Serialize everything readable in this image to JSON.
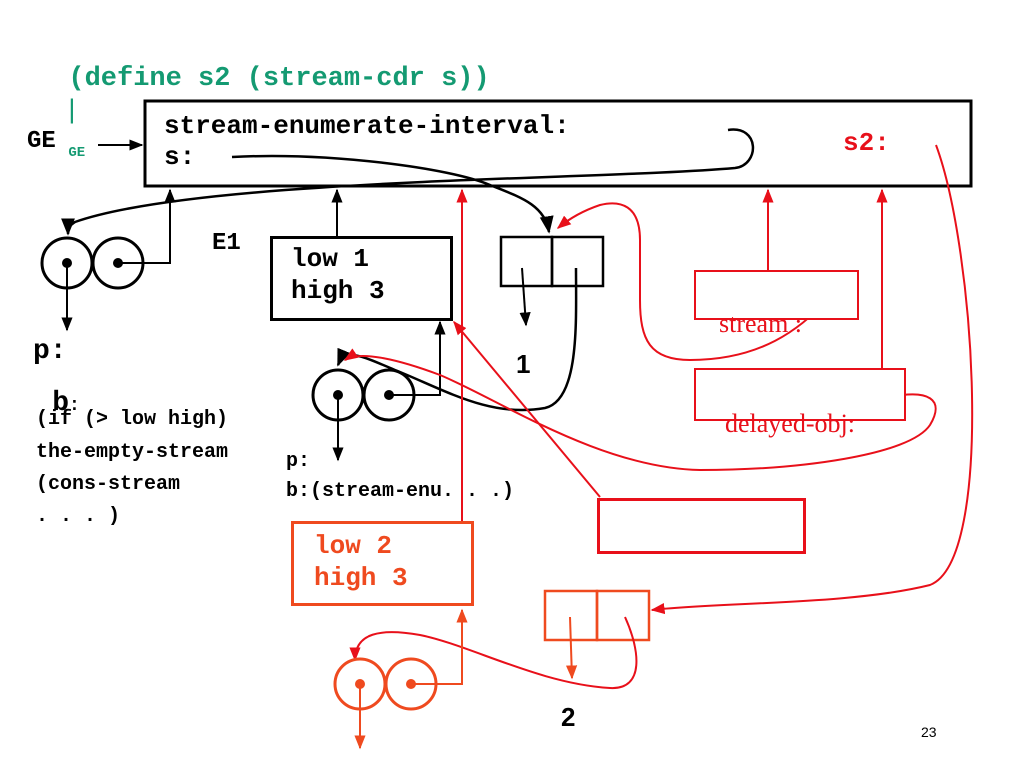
{
  "title": {
    "main": "(define s2 (stream-cdr s))",
    "bar": "|",
    "subscript": "GE",
    "color": "#149a72"
  },
  "global_env": {
    "label": "GE",
    "binding_1": "stream-enumerate-interval:",
    "binding_2": "s:",
    "binding_3": "s2:"
  },
  "env_e1": {
    "label": "E1",
    "line_1": "low 1",
    "line_2": "high 3"
  },
  "env_e2": {
    "line_1": "low 2",
    "line_2": "high 3"
  },
  "proc_global": {
    "p_label": "p:",
    "b_label": "b",
    "b_colon": ":",
    "body_1": "(if (> low high)",
    "body_2": "the-empty-stream",
    "body_3": "(cons-stream",
    "body_4": ". . . )"
  },
  "proc_e1": {
    "p_label": "p:",
    "b_label": "b:(stream-enu. . .)"
  },
  "pair_1": {
    "car_value": "1"
  },
  "pair_2": {
    "car_value": "2"
  },
  "promise": {
    "stream_label": "stream :",
    "delayed_label": "delayed-obj:"
  },
  "slide_number": "23",
  "colors": {
    "black": "#000000",
    "red": "#e8101a",
    "orange": "#ef4a1f",
    "green": "#149a72"
  }
}
